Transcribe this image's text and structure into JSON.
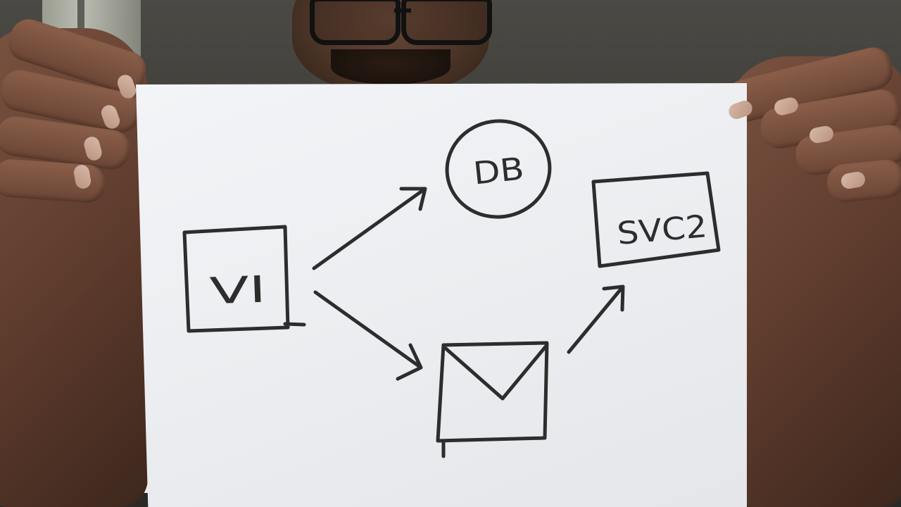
{
  "photo": {
    "description_type": "hand-drawn architecture sketch held up to a camera",
    "ink_color": "#2d2d2d",
    "paper_color": "#eef0f3"
  },
  "diagram": {
    "nodes": [
      {
        "id": "v1",
        "shape": "box",
        "label": "VI"
      },
      {
        "id": "db",
        "shape": "circle",
        "label": "DB"
      },
      {
        "id": "svc2",
        "shape": "box",
        "label": "SVC2"
      },
      {
        "id": "queue",
        "shape": "envelope",
        "label": ""
      }
    ],
    "edges": [
      {
        "from": "v1",
        "to": "db"
      },
      {
        "from": "v1",
        "to": "queue"
      },
      {
        "from": "queue",
        "to": "svc2"
      }
    ]
  }
}
